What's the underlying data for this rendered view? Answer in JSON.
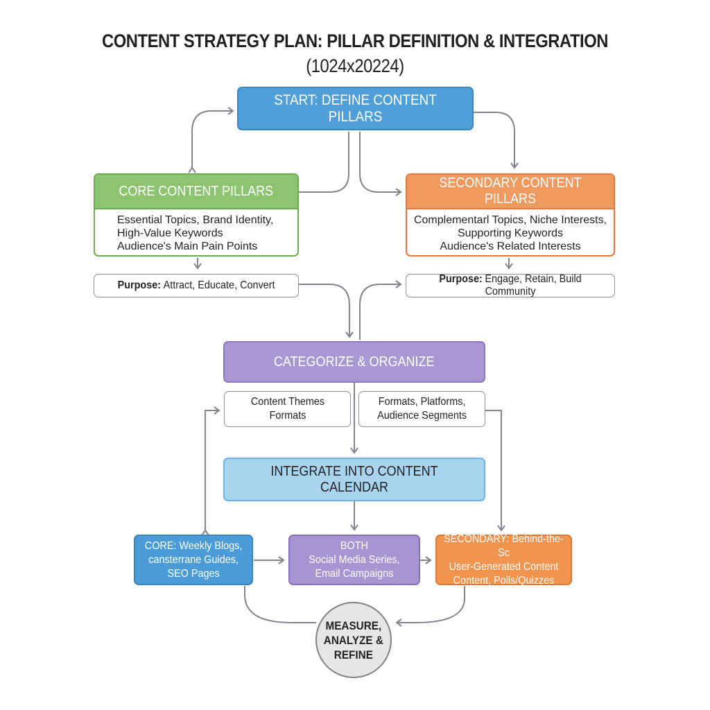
{
  "title": {
    "line1": "CONTENT STRATEGY PLAN: PILLAR DEFINITION & INTEGRATION",
    "line2": "(1024x20224)"
  },
  "nodes": {
    "start": "START: DEFINE CONTENT PILLARS",
    "core": {
      "header": "CORE CONTENT PILLARS",
      "lines": [
        "Essential Topics, Brand Identity,",
        "High-Value Keywords",
        "Audience's Main Pain Points"
      ],
      "purpose_label": "Purpose:",
      "purpose_text": "Attract, Educate, Convert"
    },
    "secondary": {
      "header": "SECONDARY CONTENT PILLARS",
      "lines": [
        "Complementarl Topics, Niche Interests,",
        "Supporting Keywords",
        "Audience's Related Interests"
      ],
      "purpose_label": "Purpose:",
      "purpose_text": "Engage, Retain, Build Community"
    },
    "categorize": "CATEGORIZE & ORGANIZE",
    "themes": [
      "Content Themes",
      "Formats"
    ],
    "formats": [
      "Formats, Platforms,",
      "Audience Segments"
    ],
    "integrate": "INTEGRATE INTO CONTENT CALENDAR",
    "bottom_core": [
      "CORE: Weekly Blogs,",
      "cansterrane Guides,",
      "SEO Pages"
    ],
    "bottom_both": [
      "BOTH",
      "Social Media Series,",
      "Email Campaigns"
    ],
    "bottom_secondary": [
      "SECONDARY: Behind-the-Sc",
      "User-Generated Content",
      "Content, Polls/Quizzes"
    ],
    "measure": [
      "MEASURE,",
      "ANALYZE &",
      "REFINE"
    ]
  },
  "colors": {
    "start_blue": "#4f9fd9",
    "core_green": "#8cc46f",
    "secondary_orange": "#f09a60",
    "categorize_purple": "#a897d3",
    "integrate_lightblue": "#a9d4f0",
    "measure_gray": "#e6e6e6",
    "connector_gray": "#7f858c"
  }
}
